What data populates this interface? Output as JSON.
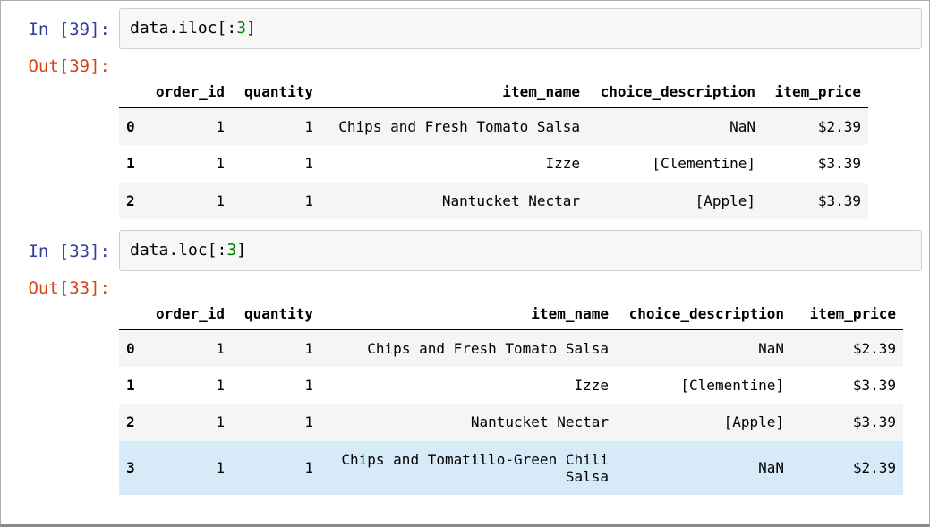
{
  "colors": {
    "in_prompt": "#303f9f",
    "out_prompt": "#d84315",
    "code_number": "#008000",
    "input_bg": "#f7f7f7",
    "input_border": "#cfcfcf",
    "row_stripe": "#f5f5f5",
    "highlight_row": "#d6eaf8"
  },
  "cells": [
    {
      "in_prompt": "In [39]:",
      "out_prompt": "Out[39]:",
      "code_tokens": [
        {
          "text": "data.iloc[:",
          "color": "#000000"
        },
        {
          "text": "3",
          "color": "#008000"
        },
        {
          "text": "]",
          "color": "#000000"
        }
      ],
      "table": {
        "columns": [
          "",
          "order_id",
          "quantity",
          "item_name",
          "choice_description",
          "item_price"
        ],
        "rows": [
          {
            "index": "0",
            "cells": [
              "1",
              "1",
              "Chips and Fresh Tomato Salsa",
              "NaN",
              "$2.39"
            ],
            "highlight": false
          },
          {
            "index": "1",
            "cells": [
              "1",
              "1",
              "Izze",
              "[Clementine]",
              "$3.39"
            ],
            "highlight": false
          },
          {
            "index": "2",
            "cells": [
              "1",
              "1",
              "Nantucket Nectar",
              "[Apple]",
              "$3.39"
            ],
            "highlight": false
          }
        ]
      }
    },
    {
      "in_prompt": "In [33]:",
      "out_prompt": "Out[33]:",
      "code_tokens": [
        {
          "text": "data.loc[:",
          "color": "#000000"
        },
        {
          "text": "3",
          "color": "#008000"
        },
        {
          "text": "]",
          "color": "#000000"
        }
      ],
      "table": {
        "columns": [
          "",
          "order_id",
          "quantity",
          "item_name",
          "choice_description",
          "item_price"
        ],
        "rows": [
          {
            "index": "0",
            "cells": [
              "1",
              "1",
              "Chips and Fresh Tomato Salsa",
              "NaN",
              "$2.39"
            ],
            "highlight": false
          },
          {
            "index": "1",
            "cells": [
              "1",
              "1",
              "Izze",
              "[Clementine]",
              "$3.39"
            ],
            "highlight": false
          },
          {
            "index": "2",
            "cells": [
              "1",
              "1",
              "Nantucket Nectar",
              "[Apple]",
              "$3.39"
            ],
            "highlight": false
          },
          {
            "index": "3",
            "cells": [
              "1",
              "1",
              "Chips and Tomatillo-Green Chili Salsa",
              "NaN",
              "$2.39"
            ],
            "highlight": true
          }
        ]
      }
    }
  ]
}
